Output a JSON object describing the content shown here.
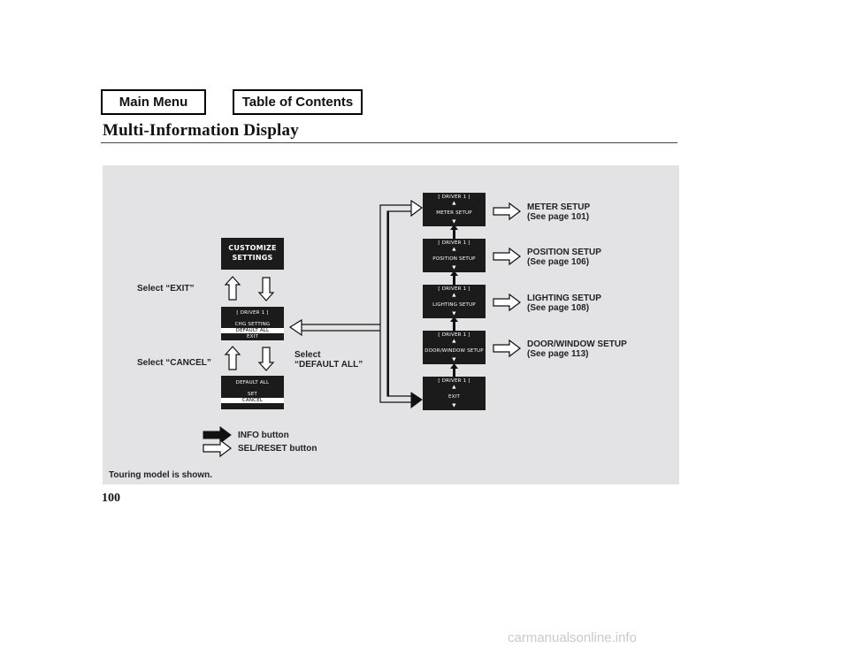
{
  "nav": {
    "main_menu": "Main Menu",
    "table_of_contents": "Table of Contents"
  },
  "page": {
    "title": "Multi-Information Display",
    "number": "100"
  },
  "diagram": {
    "customize_screen": {
      "line1": "CUSTOMIZE",
      "line2": "SETTINGS"
    },
    "driver_menu": {
      "header": "[ DRIVER 1 ]",
      "items": [
        "CHG SETTING",
        "DEFAULT ALL",
        "EXIT"
      ]
    },
    "default_all_menu": {
      "title": "DEFAULT ALL",
      "items": [
        "SET",
        "CANCEL"
      ]
    },
    "select_exit": "Select “EXIT”",
    "select_cancel": "Select “CANCEL”",
    "select_default_all": {
      "line1": "Select",
      "line2": "“DEFAULT ALL”"
    },
    "setup_screens": [
      {
        "header": "[ DRIVER 1 ]",
        "label": "METER SETUP"
      },
      {
        "header": "[ DRIVER 1 ]",
        "label": "POSITION SETUP"
      },
      {
        "header": "[ DRIVER 1 ]",
        "label": "LIGHTING SETUP"
      },
      {
        "header": "[ DRIVER 1 ]",
        "label": "DOOR/WINDOW SETUP"
      },
      {
        "header": "[ DRIVER 1 ]",
        "label": "EXIT"
      }
    ],
    "setup_labels": [
      {
        "name": "METER SETUP",
        "ref": "(See page 101)"
      },
      {
        "name": "POSITION SETUP",
        "ref": "(See page 106)"
      },
      {
        "name": "LIGHTING SETUP",
        "ref": "(See page 108)"
      },
      {
        "name": "DOOR/WINDOW SETUP",
        "ref": "(See page 113)"
      }
    ],
    "legend": {
      "info_button": "INFO button",
      "sel_reset_button": "SEL/RESET button"
    },
    "caption": "Touring model is shown."
  },
  "watermark": "carmanualsonline.info"
}
